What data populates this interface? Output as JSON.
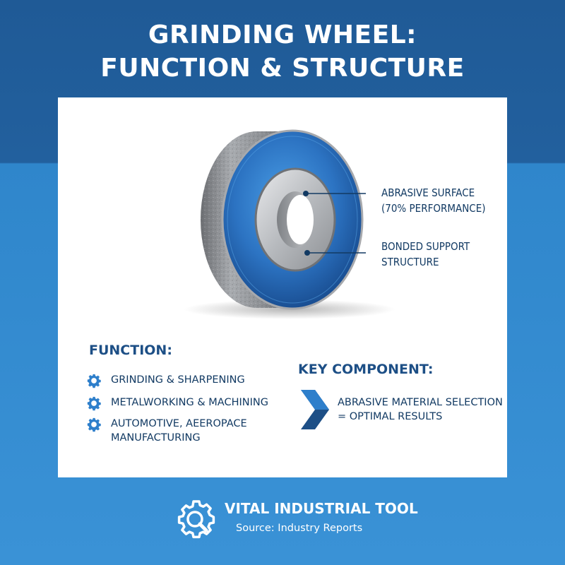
{
  "header": {
    "title_line1": "GRINDING WHEEL:",
    "title_line2": "FUNCTION & STRUCTURE"
  },
  "diagram": {
    "callouts": [
      {
        "line1": "ABRASIVE SURFACE",
        "line2": "(70% PERFORMANCE)"
      },
      {
        "line1": "BONDED SUPPORT",
        "line2": "STRUCTURE"
      }
    ]
  },
  "function_section": {
    "heading": "FUNCTION:",
    "items": [
      {
        "line1": "GRINDING & SHARPENING",
        "line2": ""
      },
      {
        "line1": "METALWORKING & MACHINING",
        "line2": ""
      },
      {
        "line1": "AUTOMOTIVE, AEEROPACE",
        "line2": "MANUFACTURING"
      }
    ],
    "icon": "gear-icon"
  },
  "key_component": {
    "heading": "KEY COMPONENT:",
    "line1": "ABRASIVE MATERIAL SELECTION",
    "line2": "= OPTIMAL RESULTS",
    "icon": "chevron-right-icon"
  },
  "footer": {
    "brand": "VITAL INDUSTRIAL TOOL",
    "source": "Source: Industry Reports",
    "icon": "gear-magnifier-icon"
  },
  "colors": {
    "header_bg": "#1f5a96",
    "body_bg": "#3a92d6",
    "accent_blue": "#2e7fcb",
    "text_dark": "#123a63"
  }
}
